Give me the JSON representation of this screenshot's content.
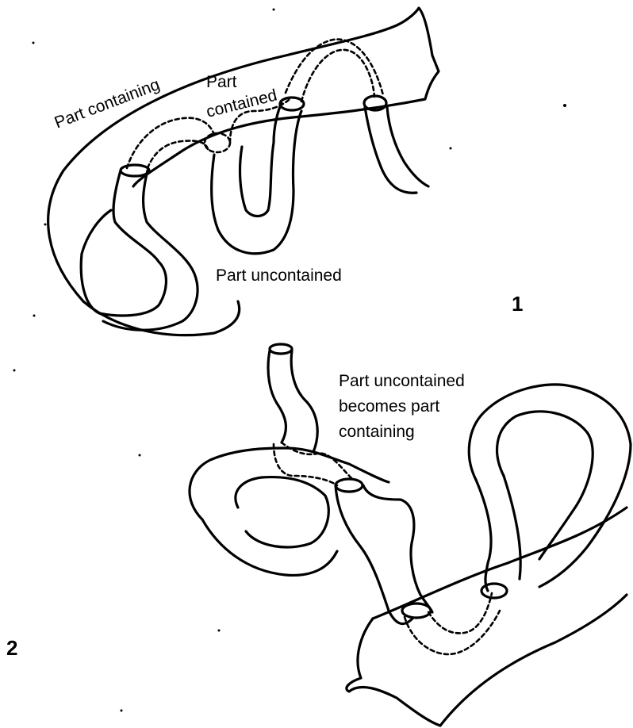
{
  "figure_1": {
    "number": "1",
    "labels": {
      "part_containing": "Part containing",
      "part_contained_line1": "Part",
      "part_contained_line2": "contained",
      "part_uncontained": "Part uncontained"
    }
  },
  "figure_2": {
    "number": "2",
    "labels": {
      "line1": "Part uncontained",
      "line2": "becomes part",
      "line3": "containing"
    }
  }
}
